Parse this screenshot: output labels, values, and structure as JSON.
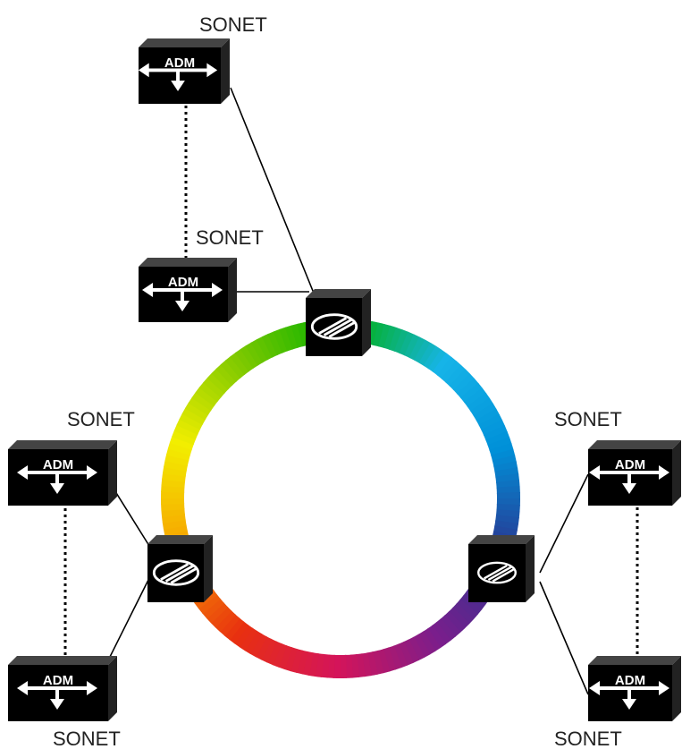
{
  "labels": {
    "sonet_top": "SONET",
    "sonet_upper_mid": "SONET",
    "sonet_left_top": "SONET",
    "sonet_left_bottom": "SONET",
    "sonet_right_top": "SONET",
    "sonet_right_bottom": "SONET"
  },
  "adm_label": "ADM",
  "colors": {
    "box_fill": "#000000",
    "box_text": "#ffffff",
    "link_line": "#000000",
    "ring_spectrum": [
      "#00b000",
      "#7ac800",
      "#f2ee00",
      "#f7a200",
      "#e83010",
      "#d4145a",
      "#7a1e8c",
      "#2a3590",
      "#0090d8",
      "#16b4e8",
      "#00b000"
    ]
  },
  "icons": {
    "adm": "bidirectional-arrow-with-drop-icon",
    "optical_switch": "optical-switch-icon"
  }
}
